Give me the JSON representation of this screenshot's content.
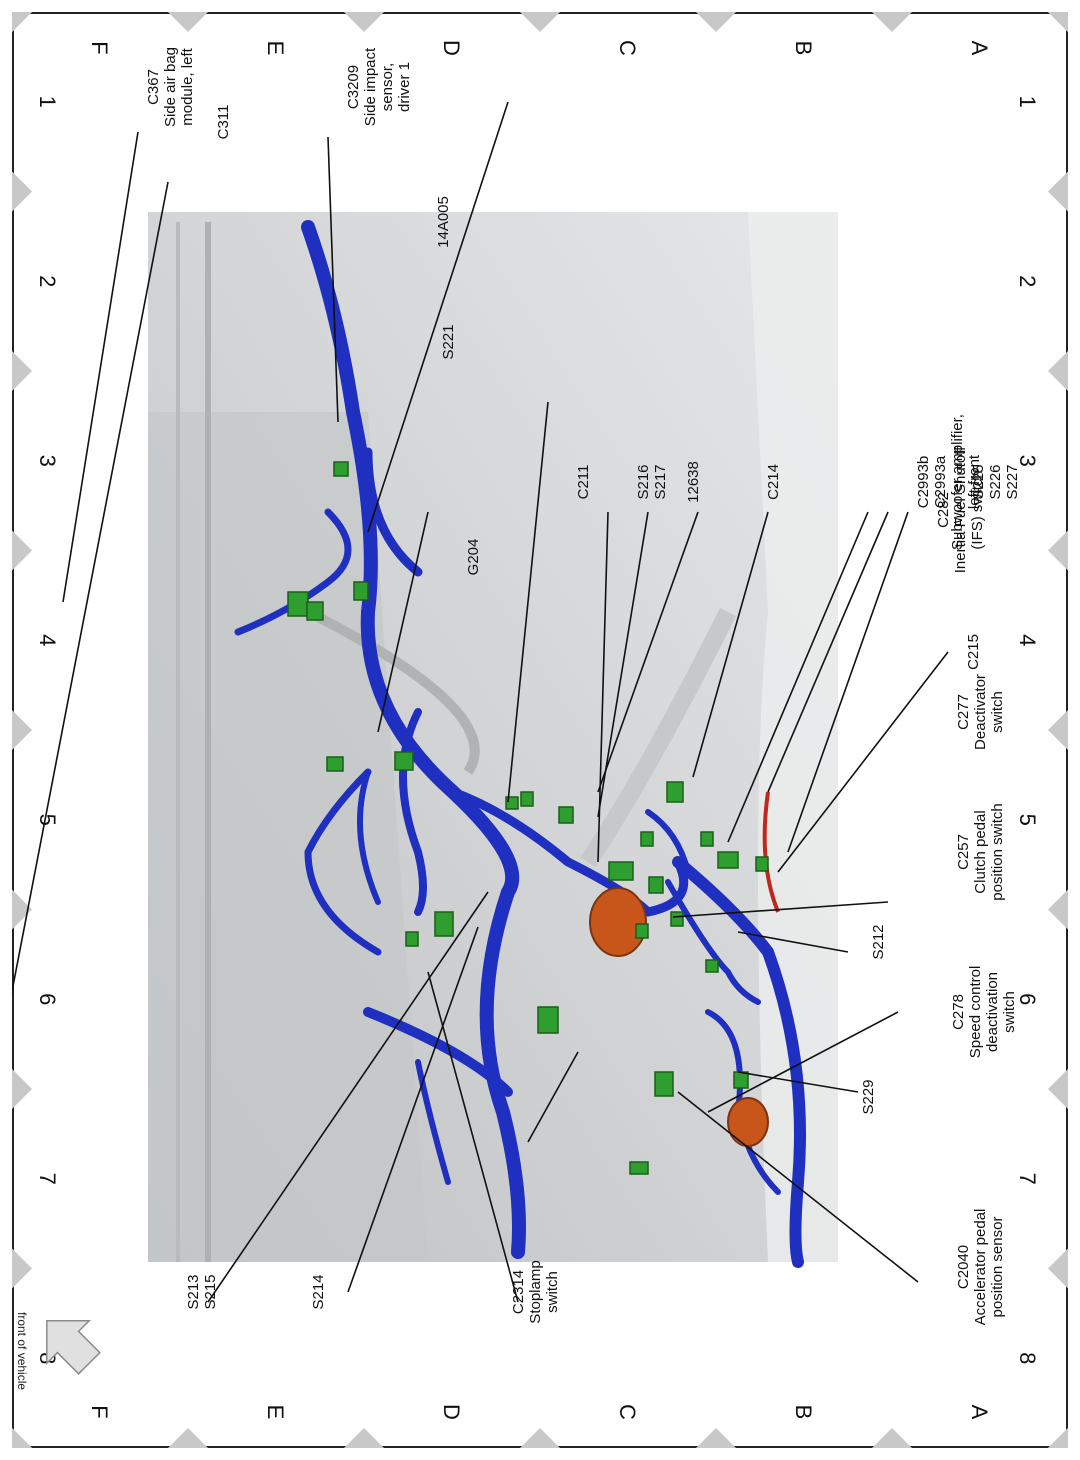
{
  "grid": {
    "rows": [
      "A",
      "B",
      "C",
      "D",
      "E",
      "F"
    ],
    "cols": [
      "1",
      "2",
      "3",
      "4",
      "5",
      "6",
      "7",
      "8"
    ]
  },
  "labels": {
    "c282": [
      "C282",
      "Inertia Fuel Shutoff",
      "(IFS) switch"
    ],
    "g204": [
      "G204"
    ],
    "s216": [
      "S216",
      "S217"
    ],
    "c211": [
      "C211"
    ],
    "l12638": [
      "12638"
    ],
    "c214": [
      "C214"
    ],
    "c2993": [
      "C2993b",
      "C2993a",
      "Subwoofer amplifier,",
      "left front"
    ],
    "s225": [
      "S225",
      "S226",
      "S227"
    ],
    "c215": [
      "C215"
    ],
    "c277": [
      "C277",
      "Deactivator",
      "switch"
    ],
    "c257": [
      "C257",
      "Clutch pedal",
      "position switch"
    ],
    "s212": [
      "S212"
    ],
    "c278": [
      "C278",
      "Speed control",
      "deactivation",
      "switch"
    ],
    "s229": [
      "S229"
    ],
    "c2040": [
      "C2040",
      "Accelerator pedal",
      "position sensor"
    ],
    "c2314": [
      "C2314",
      "Stoplamp",
      "switch"
    ],
    "s214": [
      "S214"
    ],
    "s213": [
      "S213",
      "S215"
    ],
    "c3209": [
      "C3209",
      "Side impact",
      "sensor,",
      "driver 1"
    ],
    "c311": [
      "C311"
    ],
    "c367": [
      "C367",
      "Side air bag",
      "module, left"
    ],
    "a14a005": [
      "14A005"
    ],
    "s221": [
      "S221"
    ]
  },
  "front_of_vehicle": "front of vehicle",
  "colors": {
    "harness": "#1f2fbf",
    "connector": "#2e9e2e",
    "grommet": "#c8561a",
    "red_wire": "#c0281e",
    "panel": "#d4d6d8"
  }
}
